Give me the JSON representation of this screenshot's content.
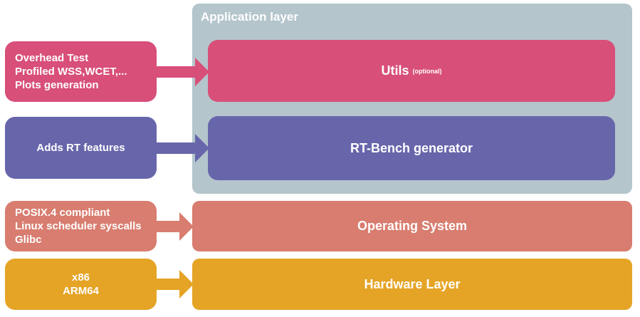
{
  "colors": {
    "application": "#b4c5cc",
    "utils": "#d84f79",
    "rtbench": "#6766ab",
    "os": "#d87d6f",
    "hardware": "#e5a425"
  },
  "application_layer": {
    "title": "Application layer"
  },
  "utils": {
    "label": "Utils",
    "note": "(optional)"
  },
  "rtbench": {
    "label": "RT-Bench generator"
  },
  "os": {
    "label": "Operating System"
  },
  "hardware": {
    "label": "Hardware Layer"
  },
  "side": {
    "utils": [
      "Overhead Test",
      "Profiled WSS,WCET,...",
      "Plots generation"
    ],
    "rtbench": [
      "Adds RT features"
    ],
    "os": [
      "POSIX.4 compliant",
      "Linux scheduler syscalls",
      "Glibc"
    ],
    "hardware": [
      "x86",
      "ARM64"
    ]
  }
}
